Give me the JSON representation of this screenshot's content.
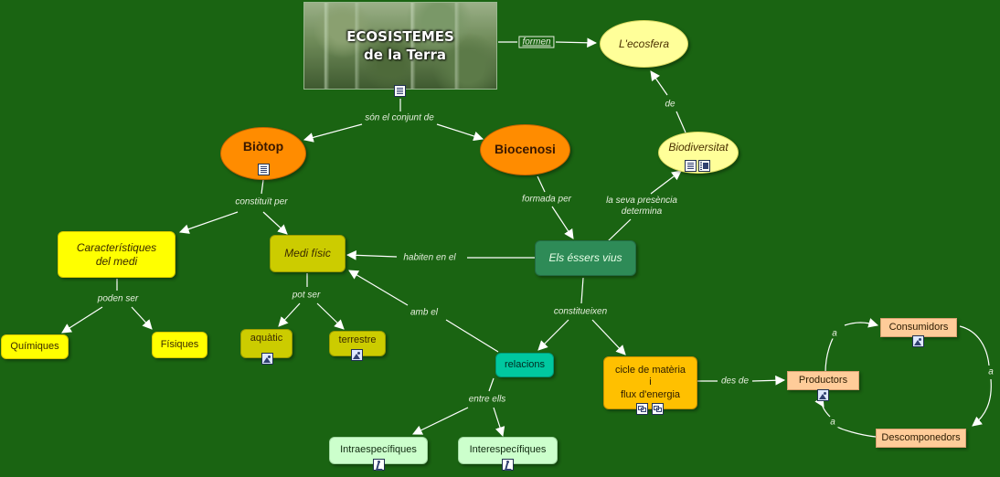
{
  "diagram": {
    "title_lines": [
      "ECOSISTEMES",
      "de la Terra"
    ],
    "nodes": {
      "ecosfera": "L'ecosfera",
      "biotop": "Biòtop",
      "biocenosi": "Biocenosi",
      "biodiversitat": "Biodiversitat",
      "caracteristiques": [
        "Característiques",
        "del medi"
      ],
      "medi_fisic": "Medi físic",
      "essers_vius": "Els éssers vius",
      "quimiques": "Químiques",
      "fisiques": "Físiques",
      "aquatic": "aquàtic",
      "terrestre": "terrestre",
      "relacions": "relacions",
      "cicle": [
        "cicle de matèria",
        "i",
        "flux d'energia"
      ],
      "intraespecifiques": "Intraespecífiques",
      "interespecifiques": "Interespecífiques",
      "consumidors": "Consumidors",
      "productors": "Productors",
      "descomponedors": "Descomponedors"
    },
    "links": {
      "formen": "formen",
      "de": "de",
      "son_el_conjunt": "són el conjunt de",
      "constituit_per": "constituït per",
      "formada_per": "formada per",
      "presencia": [
        "la seva presència",
        "determina"
      ],
      "habiten_en_el": "habiten en el",
      "poden_ser": "poden ser",
      "pot_ser": "pot ser",
      "amb_el": "amb el",
      "constitueixen": "constitueixen",
      "entre_ells": "entre ells",
      "des_de": "des de",
      "a1": "a",
      "a2": "a",
      "a3": "a"
    },
    "icons": {
      "title": "document-icon",
      "biotop": "document-icon",
      "biodiversitat": [
        "document-icon",
        "film-icon"
      ],
      "aquatic": "image-icon",
      "terrestre": "image-icon",
      "cicle": [
        "concept-map-icon",
        "concept-map-icon"
      ],
      "intraespecifiques": "walker-icon",
      "interespecifiques": "walker-icon",
      "consumidors": "image-icon",
      "productors": "image-icon"
    }
  }
}
